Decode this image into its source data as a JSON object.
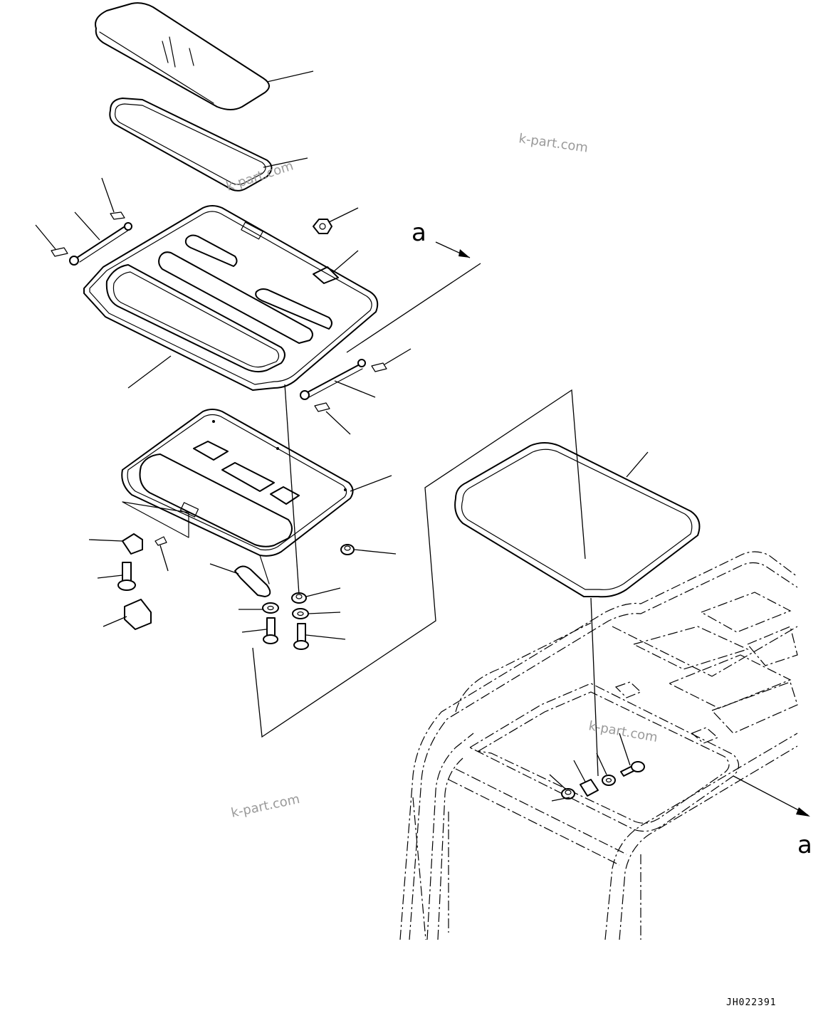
{
  "diagram": {
    "view_labels": {
      "top": "a",
      "bottom": "a"
    },
    "watermarks": [
      "k-part.com",
      "k-part.com",
      "k-part.com",
      "k-part.com"
    ],
    "drawing_code": "JH022391"
  }
}
